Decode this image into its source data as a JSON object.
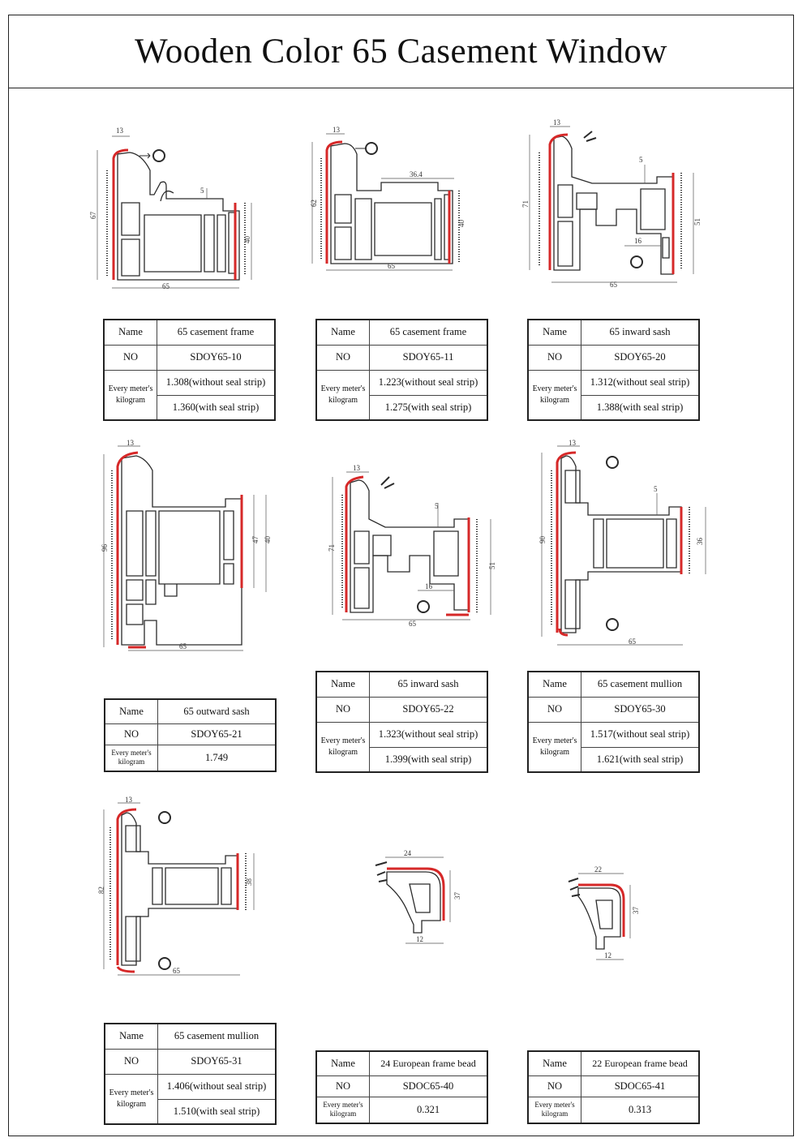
{
  "title": "Wooden Color 65 Casement Window",
  "labels": {
    "name": "Name",
    "no": "NO",
    "weight": "Every meter's kilogram"
  },
  "colors": {
    "seal": "#d62828",
    "line": "#2a2a2a",
    "background": "#ffffff"
  },
  "profiles": [
    {
      "name": "65  casement frame",
      "no": "SDOY65-10",
      "w1": "1.308(without seal strip)",
      "w2": "1.360(with seal strip)",
      "dims": [
        "13",
        "67",
        "5",
        "40",
        "65"
      ]
    },
    {
      "name": "65  casement frame",
      "no": "SDOY65-11",
      "w1": "1.223(without seal strip)",
      "w2": "1.275(with seal strip)",
      "dims": [
        "13",
        "62",
        "36.4",
        "40",
        "65"
      ]
    },
    {
      "name": "65  inward sash",
      "no": "SDOY65-20",
      "w1": "1.312(without seal strip)",
      "w2": "1.388(with seal strip)",
      "dims": [
        "13",
        "5",
        "71",
        "51",
        "16",
        "65"
      ]
    },
    {
      "name": "65 outward sash",
      "no": "SDOY65-21",
      "w1": "1.749",
      "dims": [
        "13",
        "96",
        "47",
        "40",
        "65"
      ]
    },
    {
      "name": "65  inward sash",
      "no": "SDOY65-22",
      "w1": "1.323(without seal strip)",
      "w2": "1.399(with seal strip)",
      "dims": [
        "13",
        "5",
        "71",
        "51",
        "16",
        "65"
      ]
    },
    {
      "name": "65  casement mullion",
      "no": "SDOY65-30",
      "w1": "1.517(without seal strip)",
      "w2": "1.621(with seal strip)",
      "dims": [
        "13",
        "5",
        "90",
        "36",
        "65"
      ]
    },
    {
      "name": "65  casement mullion",
      "no": "SDOY65-31",
      "w1": "1.406(without seal strip)",
      "w2": "1.510(with seal strip)",
      "dims": [
        "13",
        "82",
        "38",
        "65"
      ]
    },
    {
      "name": "24 European frame bead",
      "no": "SDOC65-40",
      "w1": "0.321",
      "dims": [
        "24",
        "37",
        "12"
      ]
    },
    {
      "name": "22 European frame bead",
      "no": "SDOC65-41",
      "w1": "0.313",
      "dims": [
        "22",
        "37",
        "12"
      ]
    }
  ]
}
